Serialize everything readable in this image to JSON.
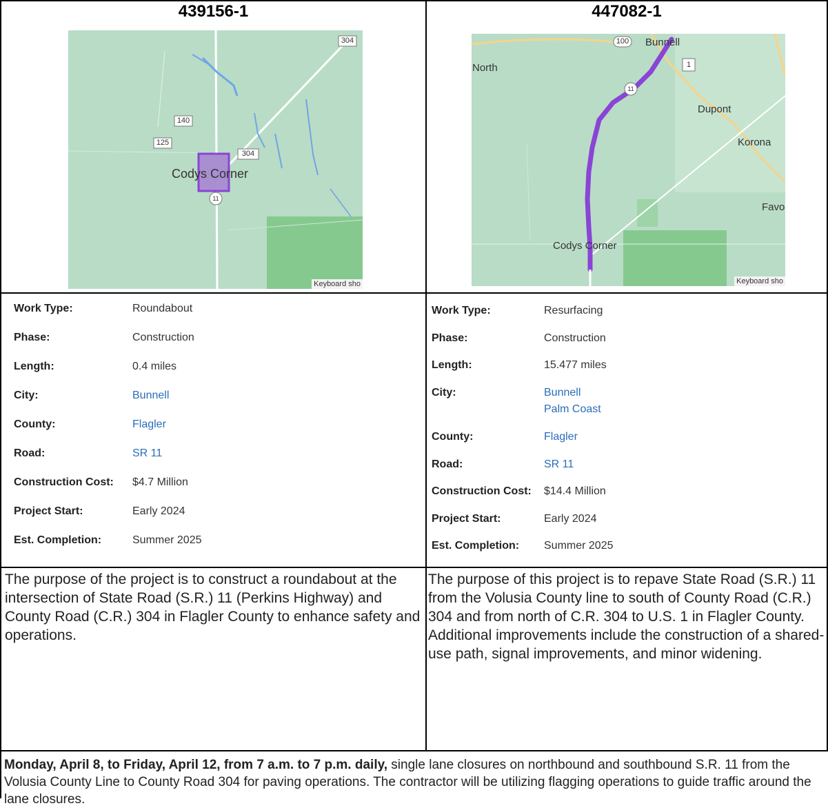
{
  "projects": [
    {
      "id": "439156-1",
      "map": {
        "labels": {
          "place": "Codys Corner",
          "shields": [
            "304",
            "140",
            "125",
            "304",
            "11"
          ],
          "keyboard": "Keyboard sho"
        }
      },
      "fields": [
        {
          "label": "Work Type:",
          "value": "Roundabout"
        },
        {
          "label": "Phase:",
          "value": "Construction"
        },
        {
          "label": "Length:",
          "value": "0.4 miles"
        },
        {
          "label": "City:",
          "value": "Bunnell"
        },
        {
          "label": "County:",
          "value": "Flagler"
        },
        {
          "label": "Road:",
          "value": "SR 11"
        },
        {
          "label": "Construction Cost:",
          "value": "$4.7 Million"
        },
        {
          "label": "Project Start:",
          "value": "Early 2024"
        },
        {
          "label": "Est. Completion:",
          "value": "Summer 2025"
        }
      ],
      "description": "The purpose of the project is to construct a roundabout at the intersection of State Road (S.R.) 11 (Perkins Highway) and County Road (C.R.) 304 in Flagler County to enhance safety and operations."
    },
    {
      "id": "447082-1",
      "map": {
        "labels": {
          "north": "North",
          "bunnell": "Bunnell",
          "dupont": "Dupont",
          "korona": "Korona",
          "favor": "Favor",
          "place": "Codys Corner",
          "shields": [
            "100",
            "1",
            "11"
          ],
          "keyboard": "Keyboard sho"
        }
      },
      "fields": [
        {
          "label": "Work Type:",
          "value": "Resurfacing"
        },
        {
          "label": "Phase:",
          "value": "Construction"
        },
        {
          "label": "Length:",
          "value": "15.477 miles"
        },
        {
          "label": "City:",
          "value": "Bunnell",
          "value2": "Palm Coast"
        },
        {
          "label": "County:",
          "value": "Flagler"
        },
        {
          "label": "Road:",
          "value": "SR 11"
        },
        {
          "label": "Construction Cost:",
          "value": "$14.4 Million"
        },
        {
          "label": "Project Start:",
          "value": "Early 2024"
        },
        {
          "label": "Est. Completion:",
          "value": "Summer 2025"
        }
      ],
      "description": "The purpose of this project is to repave State Road (S.R.) 11 from the Volusia County line to south of County Road (C.R.) 304 and from north of C.R. 304 to U.S. 1 in Flagler County. Additional improvements include the construction of a shared-use path, signal improvements, and minor widening."
    }
  ],
  "notice": {
    "bold": "Monday, April 8, to Friday, April 12, from 7 a.m. to 7 p.m. daily,",
    "text": " single lane closures on northbound and southbound S.R. 11 from the Volusia County Line to County Road 304 for paving operations. The contractor will be utilizing flagging operations to guide traffic around the lane closures."
  },
  "colors": {
    "map_bg": "#b9dcc6",
    "route": "#8a44d6",
    "link": "#2a6db8",
    "water": "#6fa5e6",
    "park": "#86c98f"
  }
}
